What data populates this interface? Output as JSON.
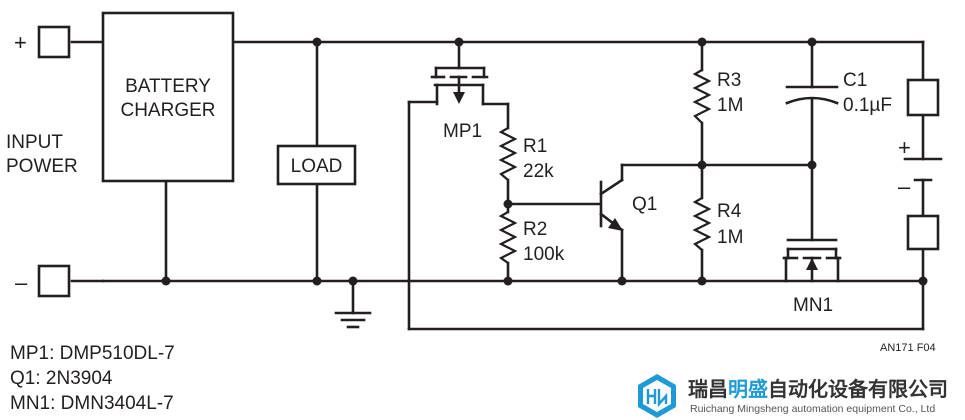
{
  "diagram": {
    "terminals": {
      "plus": "+",
      "minus": "–"
    },
    "input_label": [
      "INPUT",
      "POWER"
    ],
    "charger_label": [
      "BATTERY",
      "CHARGER"
    ],
    "load_label": "LOAD",
    "mp1": {
      "name": "MP1"
    },
    "r1": {
      "name": "R1",
      "value": "22k"
    },
    "r2": {
      "name": "R2",
      "value": "100k"
    },
    "q1": {
      "name": "Q1"
    },
    "r3": {
      "name": "R3",
      "value": "1M"
    },
    "r4": {
      "name": "R4",
      "value": "1M"
    },
    "c1": {
      "name": "C1",
      "value": "0.1µF"
    },
    "mn1": {
      "name": "MN1"
    },
    "battery": {
      "plus": "+",
      "minus": "–"
    },
    "figure_id": "AN171 F04",
    "parts_list": [
      "MP1: DMP510DL-7",
      "Q1: 2N3904",
      "MN1: DMN3404L-7"
    ]
  },
  "watermark": {
    "cn_prefix": "瑞昌",
    "cn_highlight": "明盛",
    "cn_suffix": "自动化设备有限公司",
    "en": "Ruichang Mingsheng automation equipment Co., Ltd",
    "accent_color": "#1e9ad6"
  }
}
